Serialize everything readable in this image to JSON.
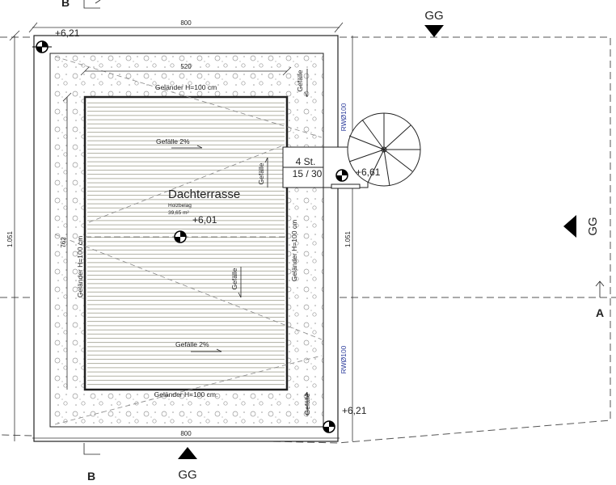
{
  "section_markers": {
    "b": "B",
    "a": "A",
    "gg": "GG"
  },
  "dimensions": {
    "width_top": "800",
    "width_bottom": "800",
    "inner_width": "520",
    "depth_left": "1.051",
    "depth_right": "1.051",
    "inner_depth": "762"
  },
  "levels": {
    "top_left": "+6,21",
    "terrace": "+6,01",
    "stair_landing": "+6,61",
    "bottom_right": "+6,21"
  },
  "room": {
    "name": "Dachterrasse",
    "floor": "Holzbelag",
    "area": "39,65 m²"
  },
  "railings": {
    "top": "Geländer  H=100  cm",
    "bottom": "Geländer  H=100  cm.",
    "left": "Geländer  H=100  cm",
    "right": "Geländer  H=100  cm"
  },
  "slopes": {
    "top": "Gefälle  2%",
    "bottom": "Gefälle  2%",
    "generic": "Gefälle"
  },
  "drains": {
    "top": "RWØ100",
    "bottom": "RWØ100"
  },
  "stair": {
    "steps": "4 St.",
    "ratio": "15 / 30"
  },
  "colors": {
    "line": "#222222",
    "drain_label": "#2a3a9a",
    "deck_line": "#9a9a8a"
  }
}
